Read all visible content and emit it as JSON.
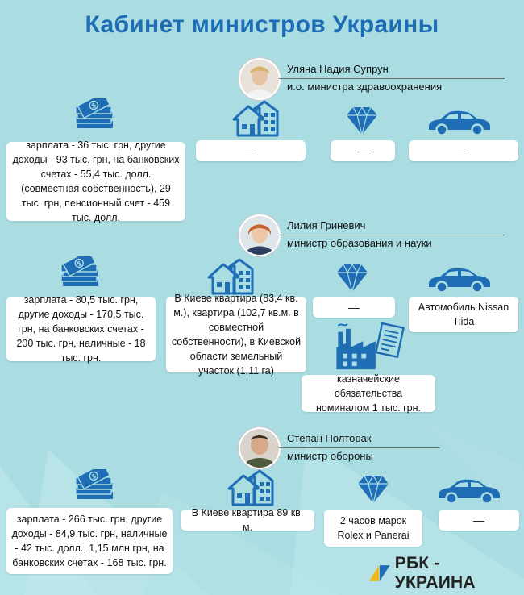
{
  "title": "Кабинет министров Украины",
  "colors": {
    "accent": "#1f6db5",
    "background": "#a9dde2",
    "box": "#ffffff"
  },
  "ministers": [
    {
      "name": "Уляна Надия Супрун",
      "role": "и.о. министра здравоохранения",
      "income": "зарплата - 36 тыс. грн, другие доходы - 93 тыс. грн, на банковских счетах - 55,4 тыс. долл. (совместная собственность), 29 тыс. грн, пенсионный счет - 459 тыс. долл.",
      "real_estate": "—",
      "valuables": "—",
      "car": "—"
    },
    {
      "name": "Лилия Гриневич",
      "role": "министр образования и науки",
      "income": "зарплата - 80,5 тыс. грн, другие доходы - 170,5 тыс. грн, на банковских счетах - 200 тыс. грн, наличные - 18 тыс. грн.",
      "real_estate": "В Киеве квартира (83,4 кв. м.), квартира (102,7 кв.м. в совместной собственности), в Киевской области земельный участок (1,11 га)",
      "valuables": "—",
      "car": "Автомобиль Nissan Tiida",
      "securities": "казначейские обязательства номиналом 1 тыс. грн."
    },
    {
      "name": "Степан Полторак",
      "role": "министр обороны",
      "income": "зарплата - 266 тыс. грн, другие доходы - 84,9 тыс. грн, наличные - 42 тыс. долл., 1,15 млн грн,  на банковских счетах - 168 тыс. грн.",
      "real_estate": "В Киеве квартира 89 кв. м.",
      "valuables": "2 часов марок Rolex и Panerai",
      "car": "—"
    }
  ],
  "logo": {
    "text": "РБК - УКРАИНА"
  },
  "icons": [
    "money-stack-icon",
    "house-icon",
    "diamond-icon",
    "car-icon",
    "factory-document-icon",
    "avatar"
  ]
}
